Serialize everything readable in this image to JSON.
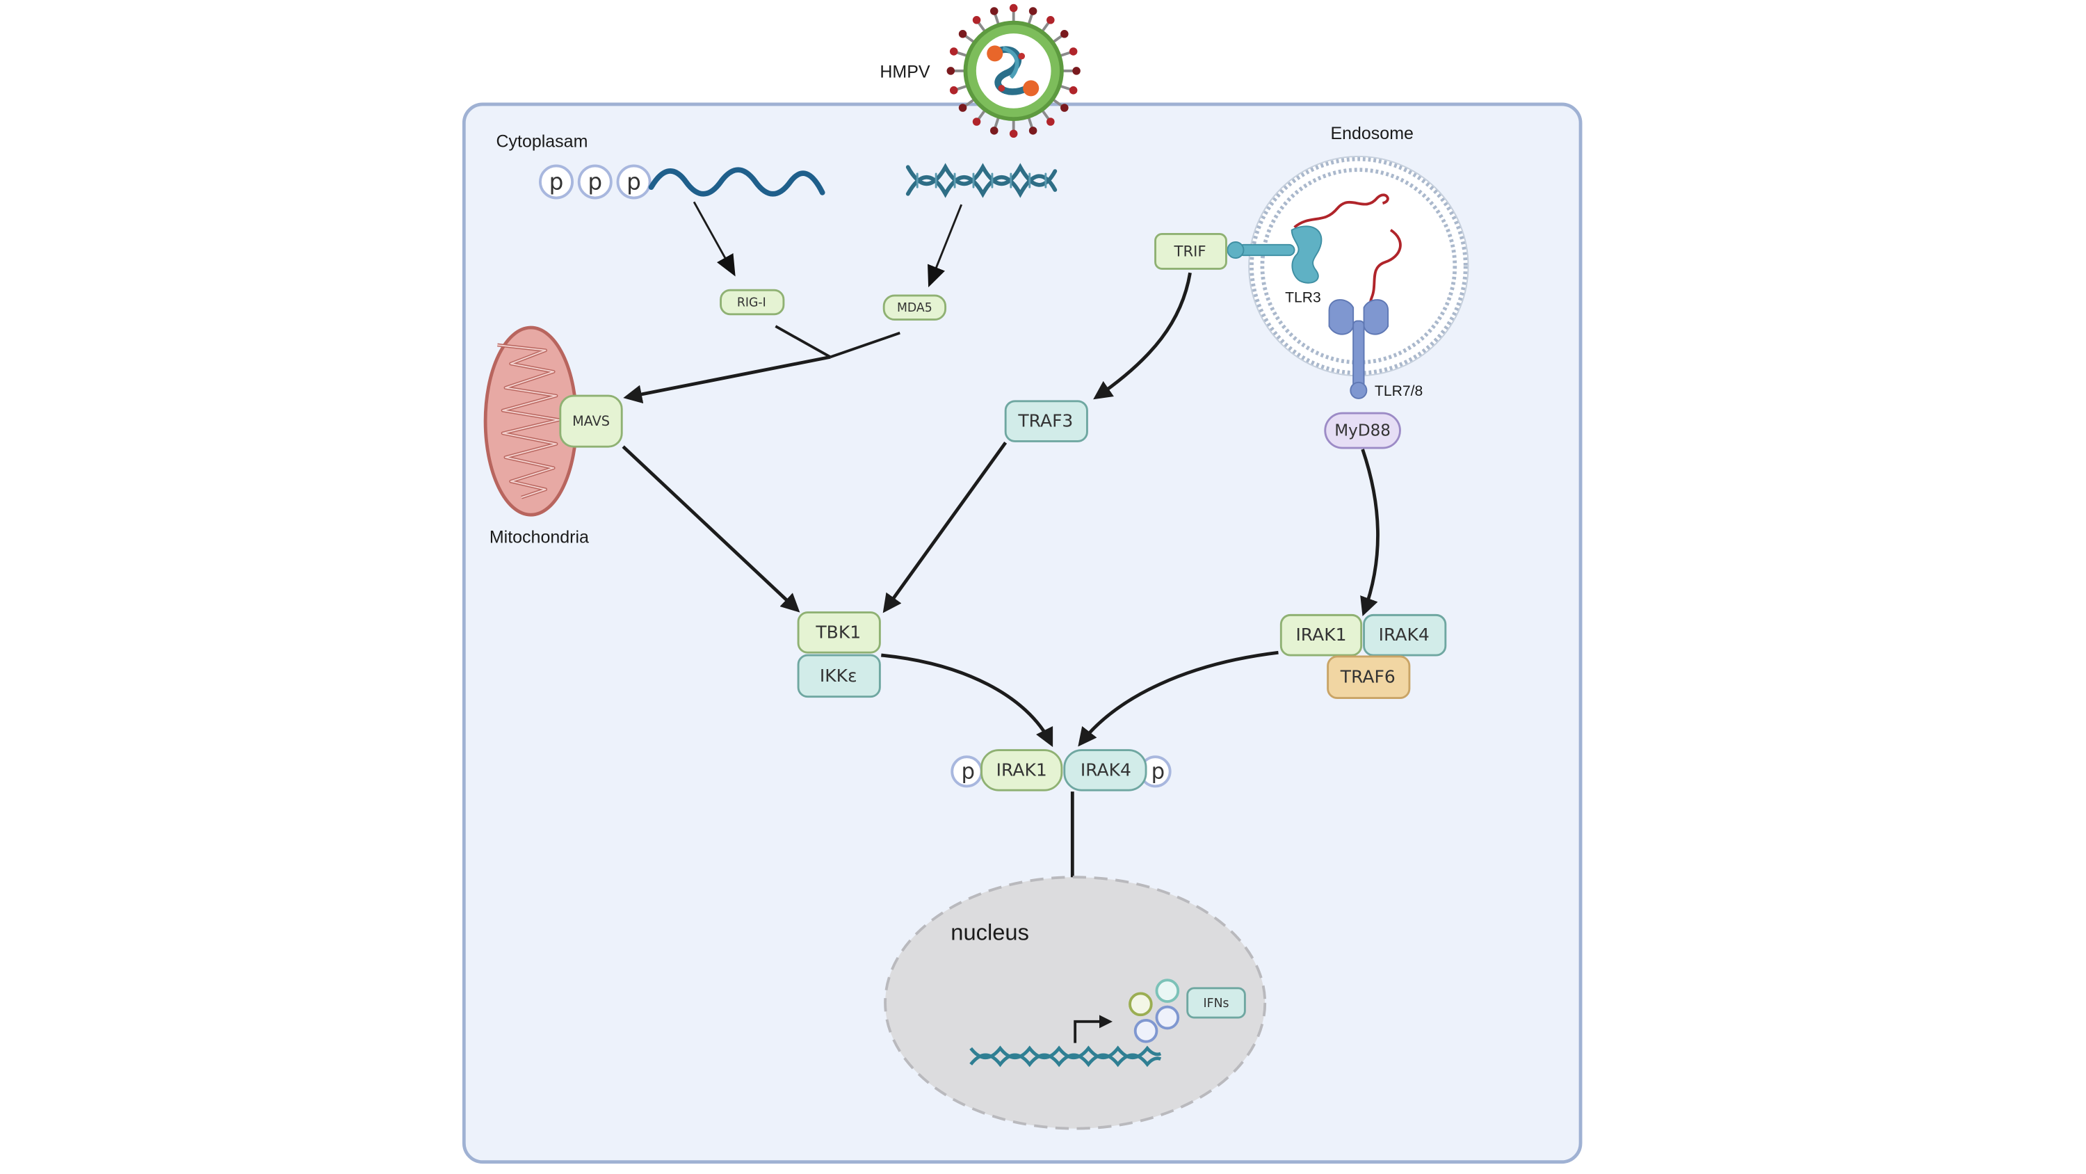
{
  "labels": {
    "virus": "HMPV",
    "cytoplasm": "Cytoplasam",
    "endosome": "Endosome",
    "mitochondria": "Mitochondria",
    "nucleus": "nucleus",
    "tlr3": "TLR3",
    "tlr78": "TLR7/8"
  },
  "proteins": {
    "rig_i": "RIG-I",
    "mda5": "MDA5",
    "mavs": "MAVS",
    "trif": "TRIF",
    "traf3": "TRAF3",
    "myd88": "MyD88",
    "tbk1": "TBK1",
    "ikke": "IKKε",
    "irak1_top": "IRAK1",
    "irak4_top": "IRAK4",
    "traf6": "TRAF6",
    "irak1_bottom": "IRAK1",
    "irak4_bottom": "IRAK4",
    "ifns": "IFNs"
  },
  "phospho": {
    "p": "p"
  },
  "colors": {
    "cell_fill": "#edf2fb",
    "cell_border": "#9fb1d3",
    "nucleus_fill": "#dcdcde",
    "nucleus_border": "#b9b9bd",
    "green_pill": "#e5f3d3",
    "green_pill_border": "#8fb173",
    "teal_pill": "#d2ece9",
    "teal_pill_border": "#6fa7a1",
    "orange_pill": "#f1d6a3",
    "orange_pill_border": "#c9a466",
    "purple_pill": "#e6def5",
    "purple_pill_border": "#9c8bc6",
    "rna": "#1f5f8b",
    "dna": "#2f7f93",
    "mitochondria": "#e7a9a4",
    "mito_border": "#b8655e",
    "endosome_ring": "#aab8cc",
    "tlr3": "#5fb1c4",
    "tlr78": "#7f97d0",
    "viral_rna": "#b0242a",
    "arrow": "#1c1c1c"
  }
}
